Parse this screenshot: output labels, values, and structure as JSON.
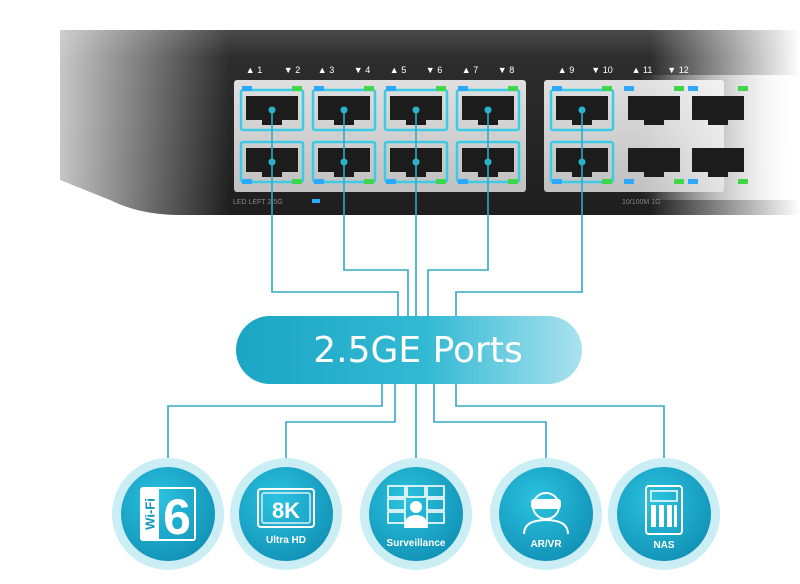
{
  "port_labels_left": [
    "1",
    "2",
    "3",
    "4",
    "5",
    "6",
    "7",
    "8"
  ],
  "port_labels_right": [
    "9",
    "10",
    "11",
    "12"
  ],
  "legend_left": "LED LEFT  2.5G",
  "legend_right": "10/100M   1G",
  "center_label": "2.5GE Ports",
  "devices": [
    {
      "name": "wifi6",
      "label": "Wi-Fi",
      "big": "6"
    },
    {
      "name": "ultra-hd",
      "label": "Ultra HD",
      "big": "8K"
    },
    {
      "name": "surveillance",
      "label": "Surveillance"
    },
    {
      "name": "ar-vr",
      "label": "AR/VR"
    },
    {
      "name": "nas",
      "label": "NAS"
    }
  ],
  "colors": {
    "accent": "#2bb6cf",
    "line": "#32a9c2",
    "led_green": "#3fd64a",
    "led_blue": "#2aa9ff"
  }
}
